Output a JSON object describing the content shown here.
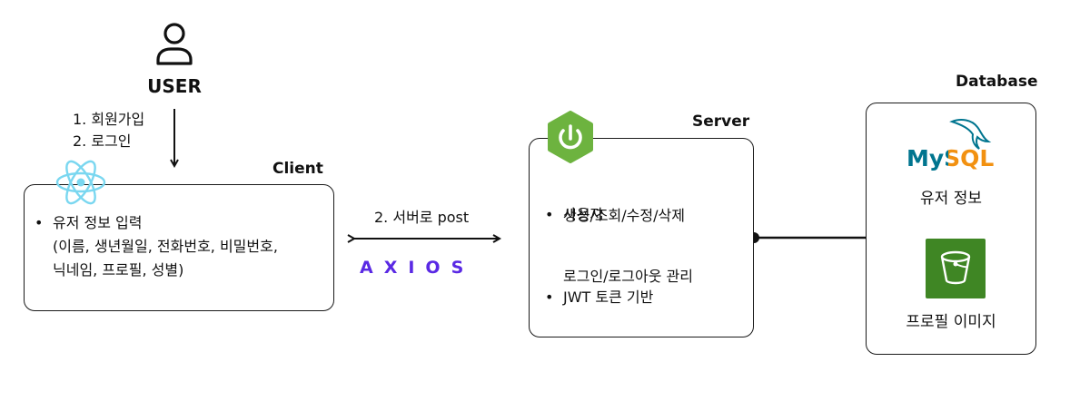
{
  "user": {
    "label": "USER"
  },
  "user_steps": [
    "1. 회원가입",
    "2. 로그인"
  ],
  "client": {
    "title": "Client",
    "bullet_main": "유저 정보 입력",
    "bullet_line2": "(이름, 생년월일, 전화번호, 비밀번호,",
    "bullet_line3": "닉네임, 프로필, 성별)"
  },
  "connection": {
    "label": "2. 서버로 post",
    "library": "AXIOS"
  },
  "server": {
    "title": "Server",
    "item1_line1": "사용자",
    "item1_line2": "생성/조회/수정/삭제",
    "item2_line1": "JWT 토큰 기반",
    "item2_line2": "로그인/로그아웃 관리"
  },
  "database": {
    "title": "Database",
    "mysql_logo": "MySQL",
    "mysql_caption": "유저 정보",
    "storage_caption": "프로필 이미지"
  },
  "colors": {
    "react": "#7ad7f0",
    "spring": "#6db33f",
    "axios": "#5a29e4",
    "mysql_blue": "#00758f",
    "mysql_orange": "#f29111",
    "s3_green": "#3f8624"
  },
  "icons": [
    "user-icon",
    "react-icon",
    "spring-icon",
    "mysql-icon",
    "s3-bucket-icon"
  ]
}
